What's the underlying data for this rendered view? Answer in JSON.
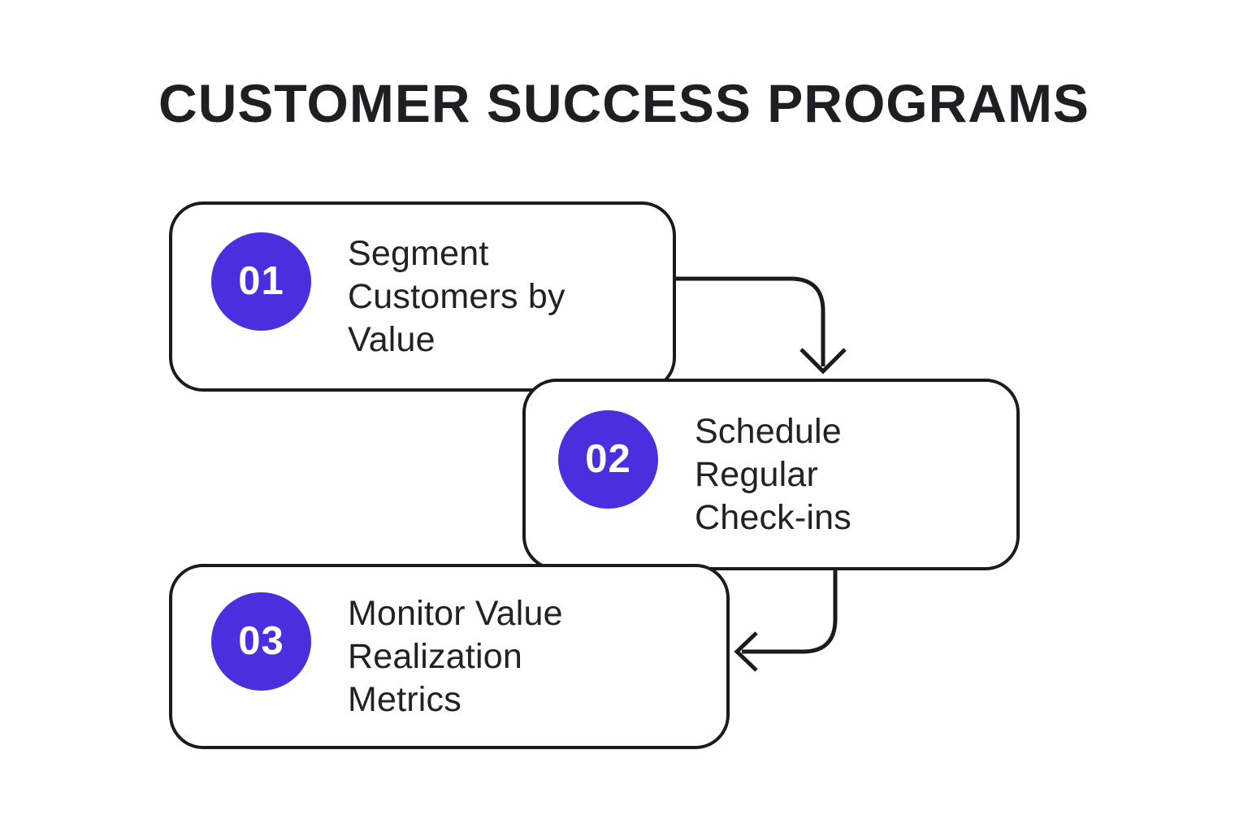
{
  "title": "CUSTOMER SUCCESS PROGRAMS",
  "steps": [
    {
      "number": "01",
      "label": "Segment\nCustomers by\nValue"
    },
    {
      "number": "02",
      "label": "Schedule\nRegular\nCheck-ins"
    },
    {
      "number": "03",
      "label": "Monitor Value\nRealization\nMetrics"
    }
  ],
  "arrows": [
    {
      "from": "01",
      "to": "02",
      "direction": "down"
    },
    {
      "from": "02",
      "to": "03",
      "direction": "left"
    }
  ],
  "colors": {
    "bg": "#ffffff",
    "card-bg": "#ffffff",
    "card-border": "#1b1b1b",
    "title-text": "#1e1e23",
    "step-text": "#212126",
    "badge-bg": "#4b2fdf",
    "badge-text": "#ffffff",
    "arrow": "#1b1b1b"
  }
}
